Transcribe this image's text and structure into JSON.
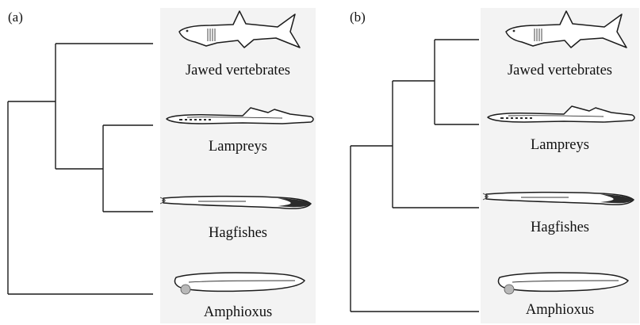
{
  "panels": [
    {
      "label": "(a)",
      "taxa": [
        "Jawed vertebrates",
        "Lampreys",
        "Hagfishes",
        "Amphioxus"
      ]
    },
    {
      "label": "(b)",
      "taxa": [
        "Jawed vertebrates",
        "Lampreys",
        "Hagfishes",
        "Amphioxus"
      ]
    }
  ],
  "icons": {
    "jawed_vertebrates": "shark-icon",
    "lampreys": "lamprey-icon",
    "hagfishes": "hagfish-icon",
    "amphioxus": "amphioxus-icon"
  },
  "colors": {
    "line": "#1a1a1a",
    "tile": "#f3f3f3"
  }
}
